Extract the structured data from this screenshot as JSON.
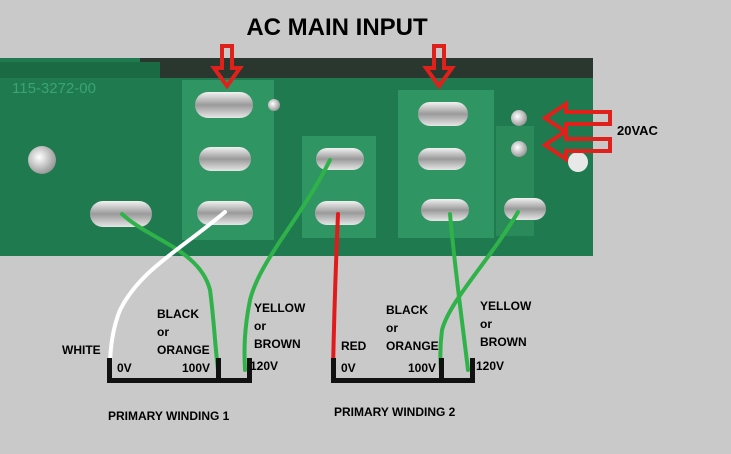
{
  "title": "AC MAIN INPUT",
  "board_marking": "115-3272-00",
  "tap_label_20vac": "20VAC",
  "winding1": {
    "name": "PRIMARY WINDING 1",
    "wire_white": "WHITE",
    "wire_black_line1": "BLACK",
    "wire_black_line2": "or",
    "wire_black_line3": "ORANGE",
    "wire_yellow_line1": "YELLOW",
    "wire_yellow_line2": "or",
    "wire_yellow_line3": "BROWN",
    "tap_0": "0V",
    "tap_100": "100V",
    "tap_120": "120V"
  },
  "winding2": {
    "name": "PRIMARY WINDING 2",
    "wire_red": "RED",
    "wire_black_line1": "BLACK",
    "wire_black_line2": "or",
    "wire_black_line3": "ORANGE",
    "wire_yellow_line1": "YELLOW",
    "wire_yellow_line2": "or",
    "wire_yellow_line3": "BROWN",
    "tap_0": "0V",
    "tap_100": "100V",
    "tap_120": "120V"
  },
  "colors": {
    "background": "#c9c9c9",
    "pcb": "#1f7a4f",
    "pad_region": "#2f9663",
    "wire_white": "#ffffff",
    "wire_green": "#2fb24a",
    "wire_red": "#e11b1b",
    "arrow_red": "#e0201a"
  }
}
